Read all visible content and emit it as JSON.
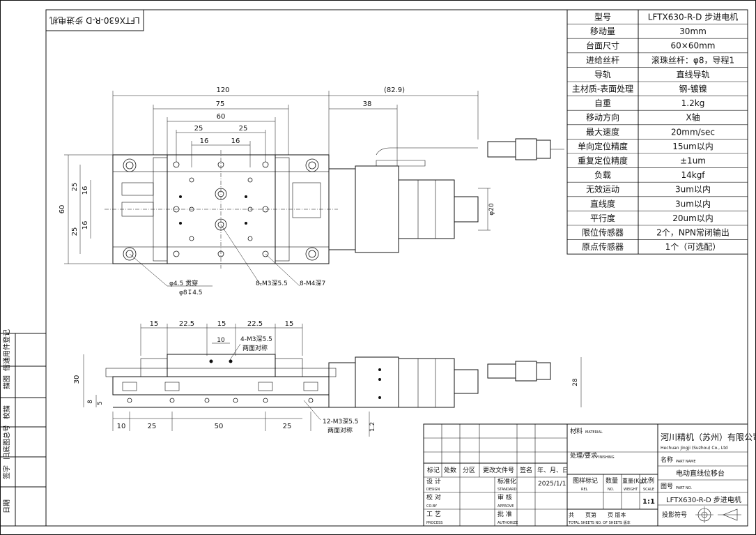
{
  "stamp": "LFTX630-R-D 步进电机",
  "spec_table": [
    {
      "label": "型号",
      "value": "LFTX630-R-D 步进电机"
    },
    {
      "label": "移动量",
      "value": "30mm"
    },
    {
      "label": "台面尺寸",
      "value": "60×60mm"
    },
    {
      "label": "进给丝杆",
      "value": "滚珠丝杆：φ8，导程1"
    },
    {
      "label": "导轨",
      "value": "直线导轨"
    },
    {
      "label": "主材质-表面处理",
      "value": "钢-镀镍"
    },
    {
      "label": "自重",
      "value": "1.2kg"
    },
    {
      "label": "移动方向",
      "value": "X轴"
    },
    {
      "label": "最大速度",
      "value": "20mm/sec"
    },
    {
      "label": "单向定位精度",
      "value": "15um以内"
    },
    {
      "label": "重复定位精度",
      "value": "±1um"
    },
    {
      "label": "负载",
      "value": "14kgf"
    },
    {
      "label": "无效运动",
      "value": "3um以内"
    },
    {
      "label": "直线度",
      "value": "3um以内"
    },
    {
      "label": "平行度",
      "value": "20um以内"
    },
    {
      "label": "限位传感器",
      "value": "2个，NPN常闭输出"
    },
    {
      "label": "原点传感器",
      "value": "1个（可选配）"
    }
  ],
  "top_view": {
    "dims": {
      "d120": "120",
      "d82_9": "(82.9)",
      "d75": "75",
      "d38": "38",
      "d60": "60",
      "d25a": "25",
      "d25b": "25",
      "d16a": "16",
      "d16b": "16",
      "v60": "60",
      "v25a": "25",
      "v16a": "16",
      "v16b": "16",
      "v25b": "25",
      "phi20": "φ20"
    },
    "callouts": {
      "hole1": "φ4.5 贯穿",
      "hole2": "φ8↧4.5",
      "m3": "8-M3深5.5",
      "m4": "8-M4深7"
    }
  },
  "side_view": {
    "dims": {
      "t15a": "15",
      "t22_5a": "22.5",
      "t15b": "15",
      "t22_5b": "22.5",
      "t15c": "15",
      "t10": "10",
      "b10": "10",
      "b25a": "25",
      "b50": "50",
      "b25b": "25",
      "v30": "30",
      "v8": "8",
      "v5": "5",
      "v28": "28",
      "v1_2": "1.2"
    },
    "callouts": {
      "m3top_a": "4-M3深5.5",
      "m3top_b": "两面对称",
      "m3bot_a": "12-M3深5.5",
      "m3bot_b": "两面对称"
    }
  },
  "side_strip": [
    {
      "text": "借通用件登记"
    },
    {
      "text": "描图"
    },
    {
      "text": "校描"
    },
    {
      "text": "旧底图总号"
    },
    {
      "text": "签字"
    },
    {
      "text": "日期"
    }
  ],
  "title_block": {
    "material": "材料",
    "material_en": "MATERIAL",
    "finishing": "处理/要求",
    "finishing_en": "FINISHING",
    "company": "河川精机（苏州）有限公司",
    "company_en": "Hechuan Jingji (Suzhou) Co., Ltd",
    "name_label": "名称",
    "name_en": "PART NAME",
    "name_value": "电动直线位移台",
    "drawing_no_label": "图号",
    "drawing_no_en": "PART NO.",
    "drawing_no_value": "LFTX630-R-D 步进电机",
    "projection": "投影符号",
    "row_headers": [
      "标记",
      "处数",
      "分区",
      "更改文件号",
      "签名",
      "年、月、日"
    ],
    "design": "设 计",
    "design_en": "DESIGN",
    "std": "标准化",
    "std_en": "STANDARD",
    "date": "2025/1/1",
    "check": "校 对",
    "check_en": "CO.BY",
    "review": "审 核",
    "review_en": "APPROVE",
    "process": "工 艺",
    "process_en": "PROCESS",
    "approve": "批 准",
    "approve_en": "AUTHORIZE",
    "stage": "图样标记",
    "stage_en": "REL",
    "qty": "数量",
    "qty_en": "NO.",
    "weight": "重量(Kg)",
    "weight_en": "WEIGHT",
    "scale_label": "比例",
    "scale_en": "SCALE",
    "scale": "1:1",
    "sheets_zh": "共　　页第　　页 版本",
    "sheets_en": "TOTAL SHEETS NO. OF SHEETS 版本"
  }
}
